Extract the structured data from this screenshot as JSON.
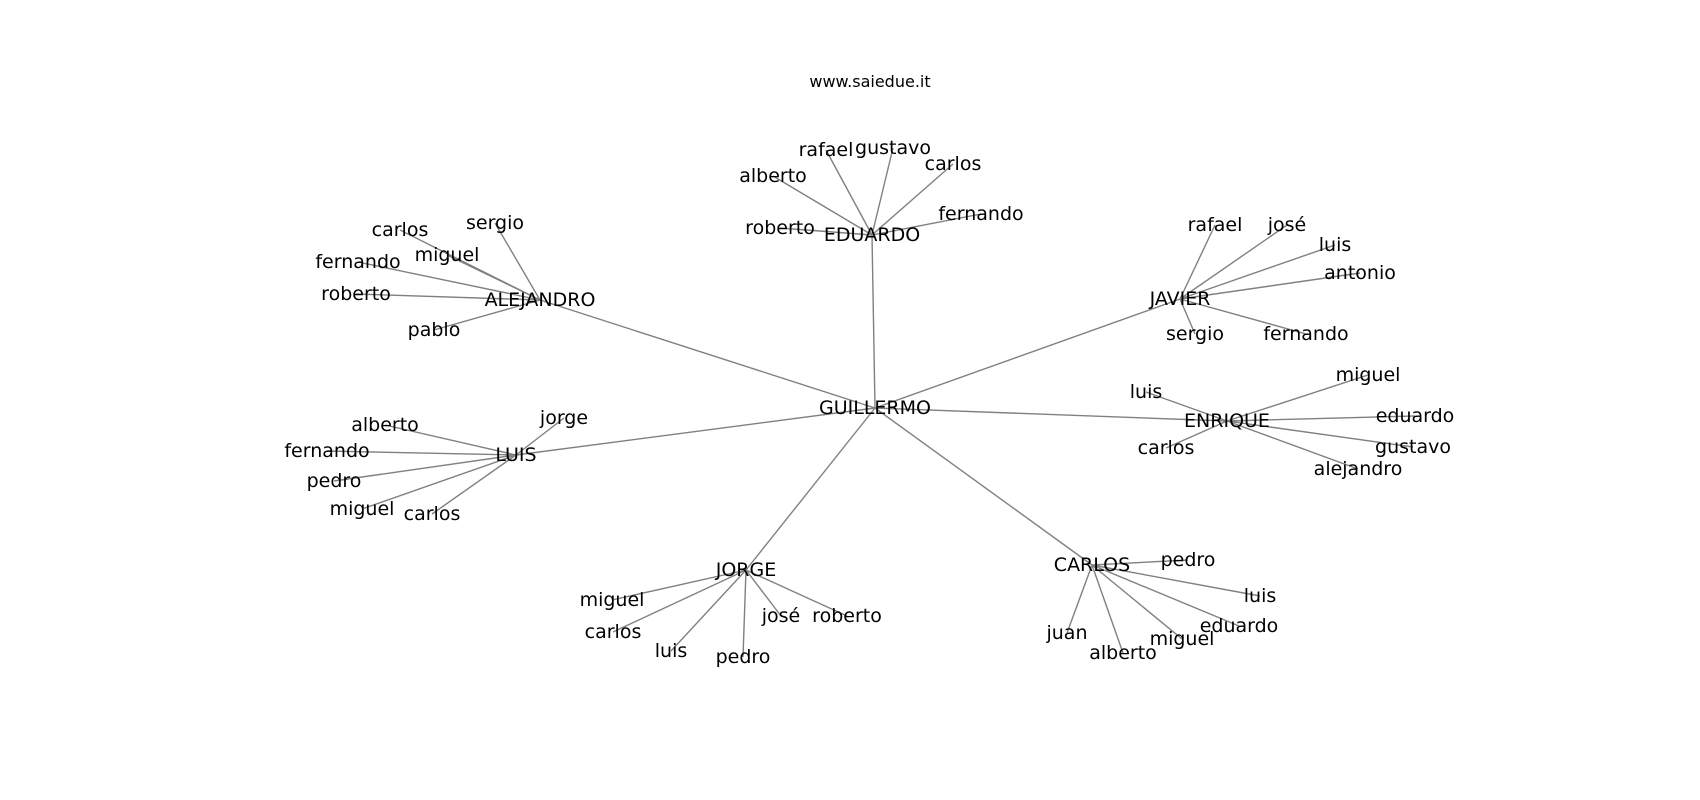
{
  "title": "www.saiedue.it",
  "colors": {
    "edge": "#808080",
    "text": "#000000",
    "background": "#ffffff"
  },
  "graph": {
    "root": "GUILLERMO",
    "groups": [
      {
        "name": "EDUARDO",
        "children": [
          "alberto",
          "rafael",
          "gustavo",
          "carlos",
          "fernando",
          "roberto"
        ]
      },
      {
        "name": "ALEJANDRO",
        "children": [
          "carlos",
          "sergio",
          "miguel",
          "fernando",
          "roberto",
          "pablo"
        ]
      },
      {
        "name": "JAVIER",
        "children": [
          "rafael",
          "josé",
          "luis",
          "antonio",
          "sergio",
          "fernando"
        ]
      },
      {
        "name": "ENRIQUE",
        "children": [
          "luis",
          "miguel",
          "eduardo",
          "gustavo",
          "alejandro",
          "carlos"
        ]
      },
      {
        "name": "LUIS",
        "children": [
          "alberto",
          "jorge",
          "fernando",
          "pedro",
          "miguel",
          "carlos"
        ]
      },
      {
        "name": "JORGE",
        "children": [
          "miguel",
          "carlos",
          "luis",
          "pedro",
          "josé",
          "roberto"
        ]
      },
      {
        "name": "CARLOS",
        "children": [
          "pedro",
          "luis",
          "eduardo",
          "miguel",
          "alberto",
          "juan"
        ]
      }
    ]
  }
}
